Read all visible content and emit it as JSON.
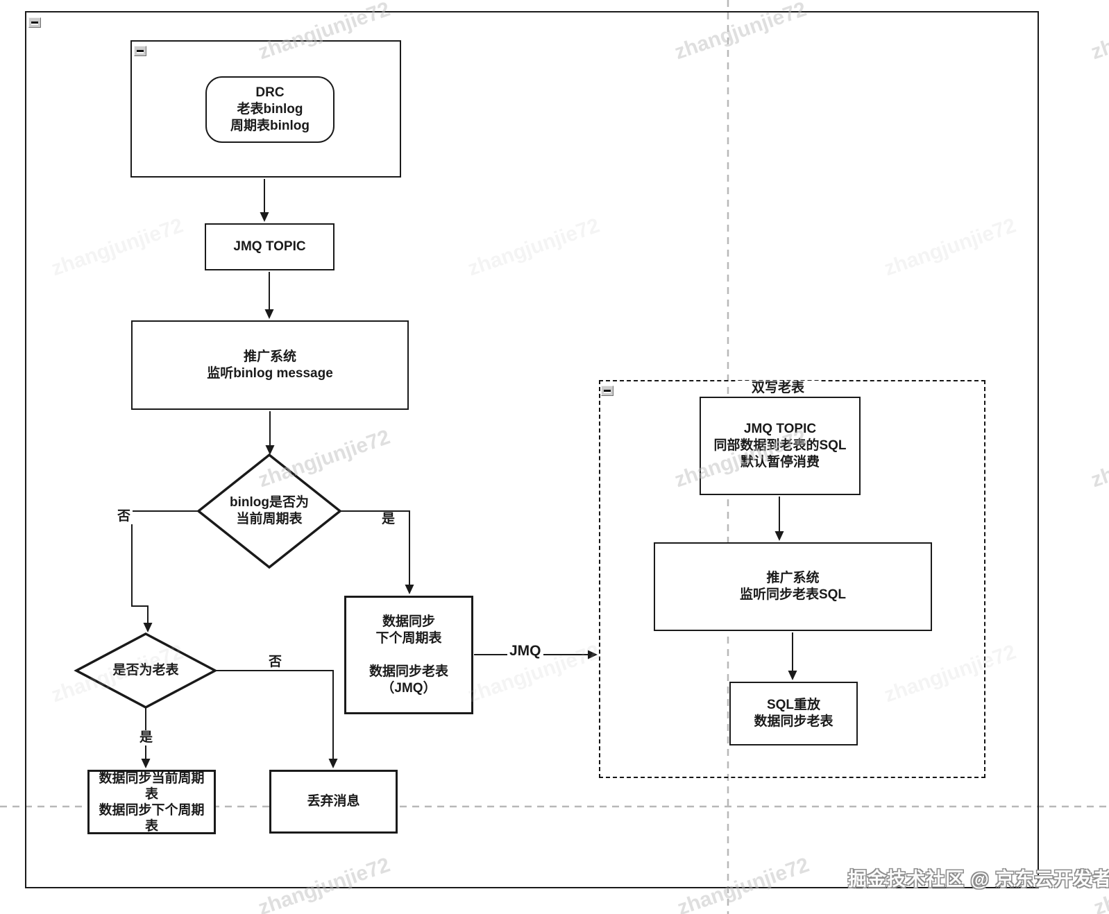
{
  "watermark": {
    "text": "zhangjunjie72"
  },
  "attribution": {
    "text": "掘金技术社区 @ 京东云开发者"
  },
  "containers": {
    "dual_write": {
      "title": "双写老表"
    }
  },
  "nodes": {
    "drc": {
      "line1": "DRC",
      "line2": "老表binlog",
      "line3": "周期表binlog"
    },
    "jmq_topic": {
      "label": "JMQ TOPIC"
    },
    "promo_binlog_listener": {
      "line1": "推广系统",
      "line2": "监听binlog message"
    },
    "decision_current_cycle_table": {
      "line1": "binlog是否为",
      "line2": "当前周期表"
    },
    "decision_is_old_table": {
      "label": "是否为老表"
    },
    "sync_current_cycle": {
      "line1": "数据同步当前周期表",
      "line2": "数据同步下个周期表"
    },
    "discard_message": {
      "label": "丢弃消息"
    },
    "sync_next_cycle": {
      "line1": "数据同步",
      "line2": "下个周期表",
      "line3": "数据同步老表",
      "line4": "（JMQ）"
    },
    "jmq_topic_old_table": {
      "line1": "JMQ TOPIC",
      "line2": "同部数据到老表的SQL",
      "line3": "默认暂停消费"
    },
    "promo_sql_listener": {
      "line1": "推广系统",
      "line2": "监听同步老表SQL"
    },
    "sql_replay": {
      "line1": "SQL重放",
      "line2": "数据同步老表"
    }
  },
  "edge_labels": {
    "binlog_no": "否",
    "binlog_yes": "是",
    "old_table_yes": "是",
    "old_table_no": "否",
    "jmq": "JMQ"
  },
  "colors": {
    "line": "#1a1a1a",
    "guide": "#b8b8b8",
    "watermark": "#bdbdbd",
    "shape_fill": "#ffffff"
  }
}
